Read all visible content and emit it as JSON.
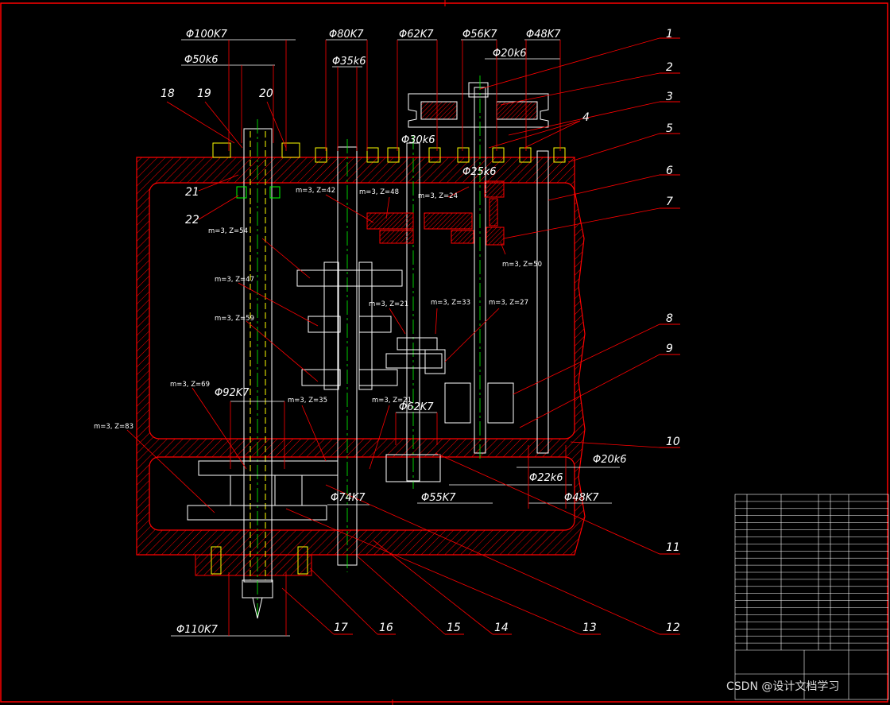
{
  "dimensions": {
    "d100": "Φ100K7",
    "d50": "Φ50k6",
    "d80": "Φ80K7",
    "d35": "Φ35k6",
    "d62top": "Φ62K7",
    "d56": "Φ56K7",
    "d48top": "Φ48K7",
    "d20top": "Φ20k6",
    "d30": "Φ30k6",
    "d25": "Φ25k6",
    "d92": "Φ92K7",
    "d62mid": "Φ62K7",
    "d20bot": "Φ20k6",
    "d22": "Φ22k6",
    "d55": "Φ55K7",
    "d48bot": "Φ48K7",
    "d74": "Φ74K7",
    "d110": "Φ110K7"
  },
  "gear_labels": {
    "g42": "m=3, Z=42",
    "g48": "m=3, Z=48",
    "g24": "m=3, Z=24",
    "g50": "m=3, Z=50",
    "g54": "m=3, Z=54",
    "g47": "m=3, Z=47",
    "g59": "m=3, Z=59",
    "g21a": "m=3, Z=21",
    "g33": "m=3, Z=33",
    "g27": "m=3, Z=27",
    "g69": "m=3, Z=69",
    "g35": "m=3, Z=35",
    "g21b": "m=3, Z=21",
    "g83": "m=3, Z=83"
  },
  "part_numbers": [
    "1",
    "2",
    "3",
    "4",
    "5",
    "6",
    "7",
    "8",
    "9",
    "10",
    "11",
    "12",
    "13",
    "14",
    "15",
    "16",
    "17",
    "18",
    "19",
    "20",
    "21",
    "22"
  ],
  "watermark": "CSDN @设计文档学习",
  "colors": {
    "outline": "#ff0000",
    "hatch": "#ff0000",
    "shaft": "#ffffff",
    "bearing": "#ffff00",
    "center": "#00ff00",
    "text": "#ffffff"
  }
}
